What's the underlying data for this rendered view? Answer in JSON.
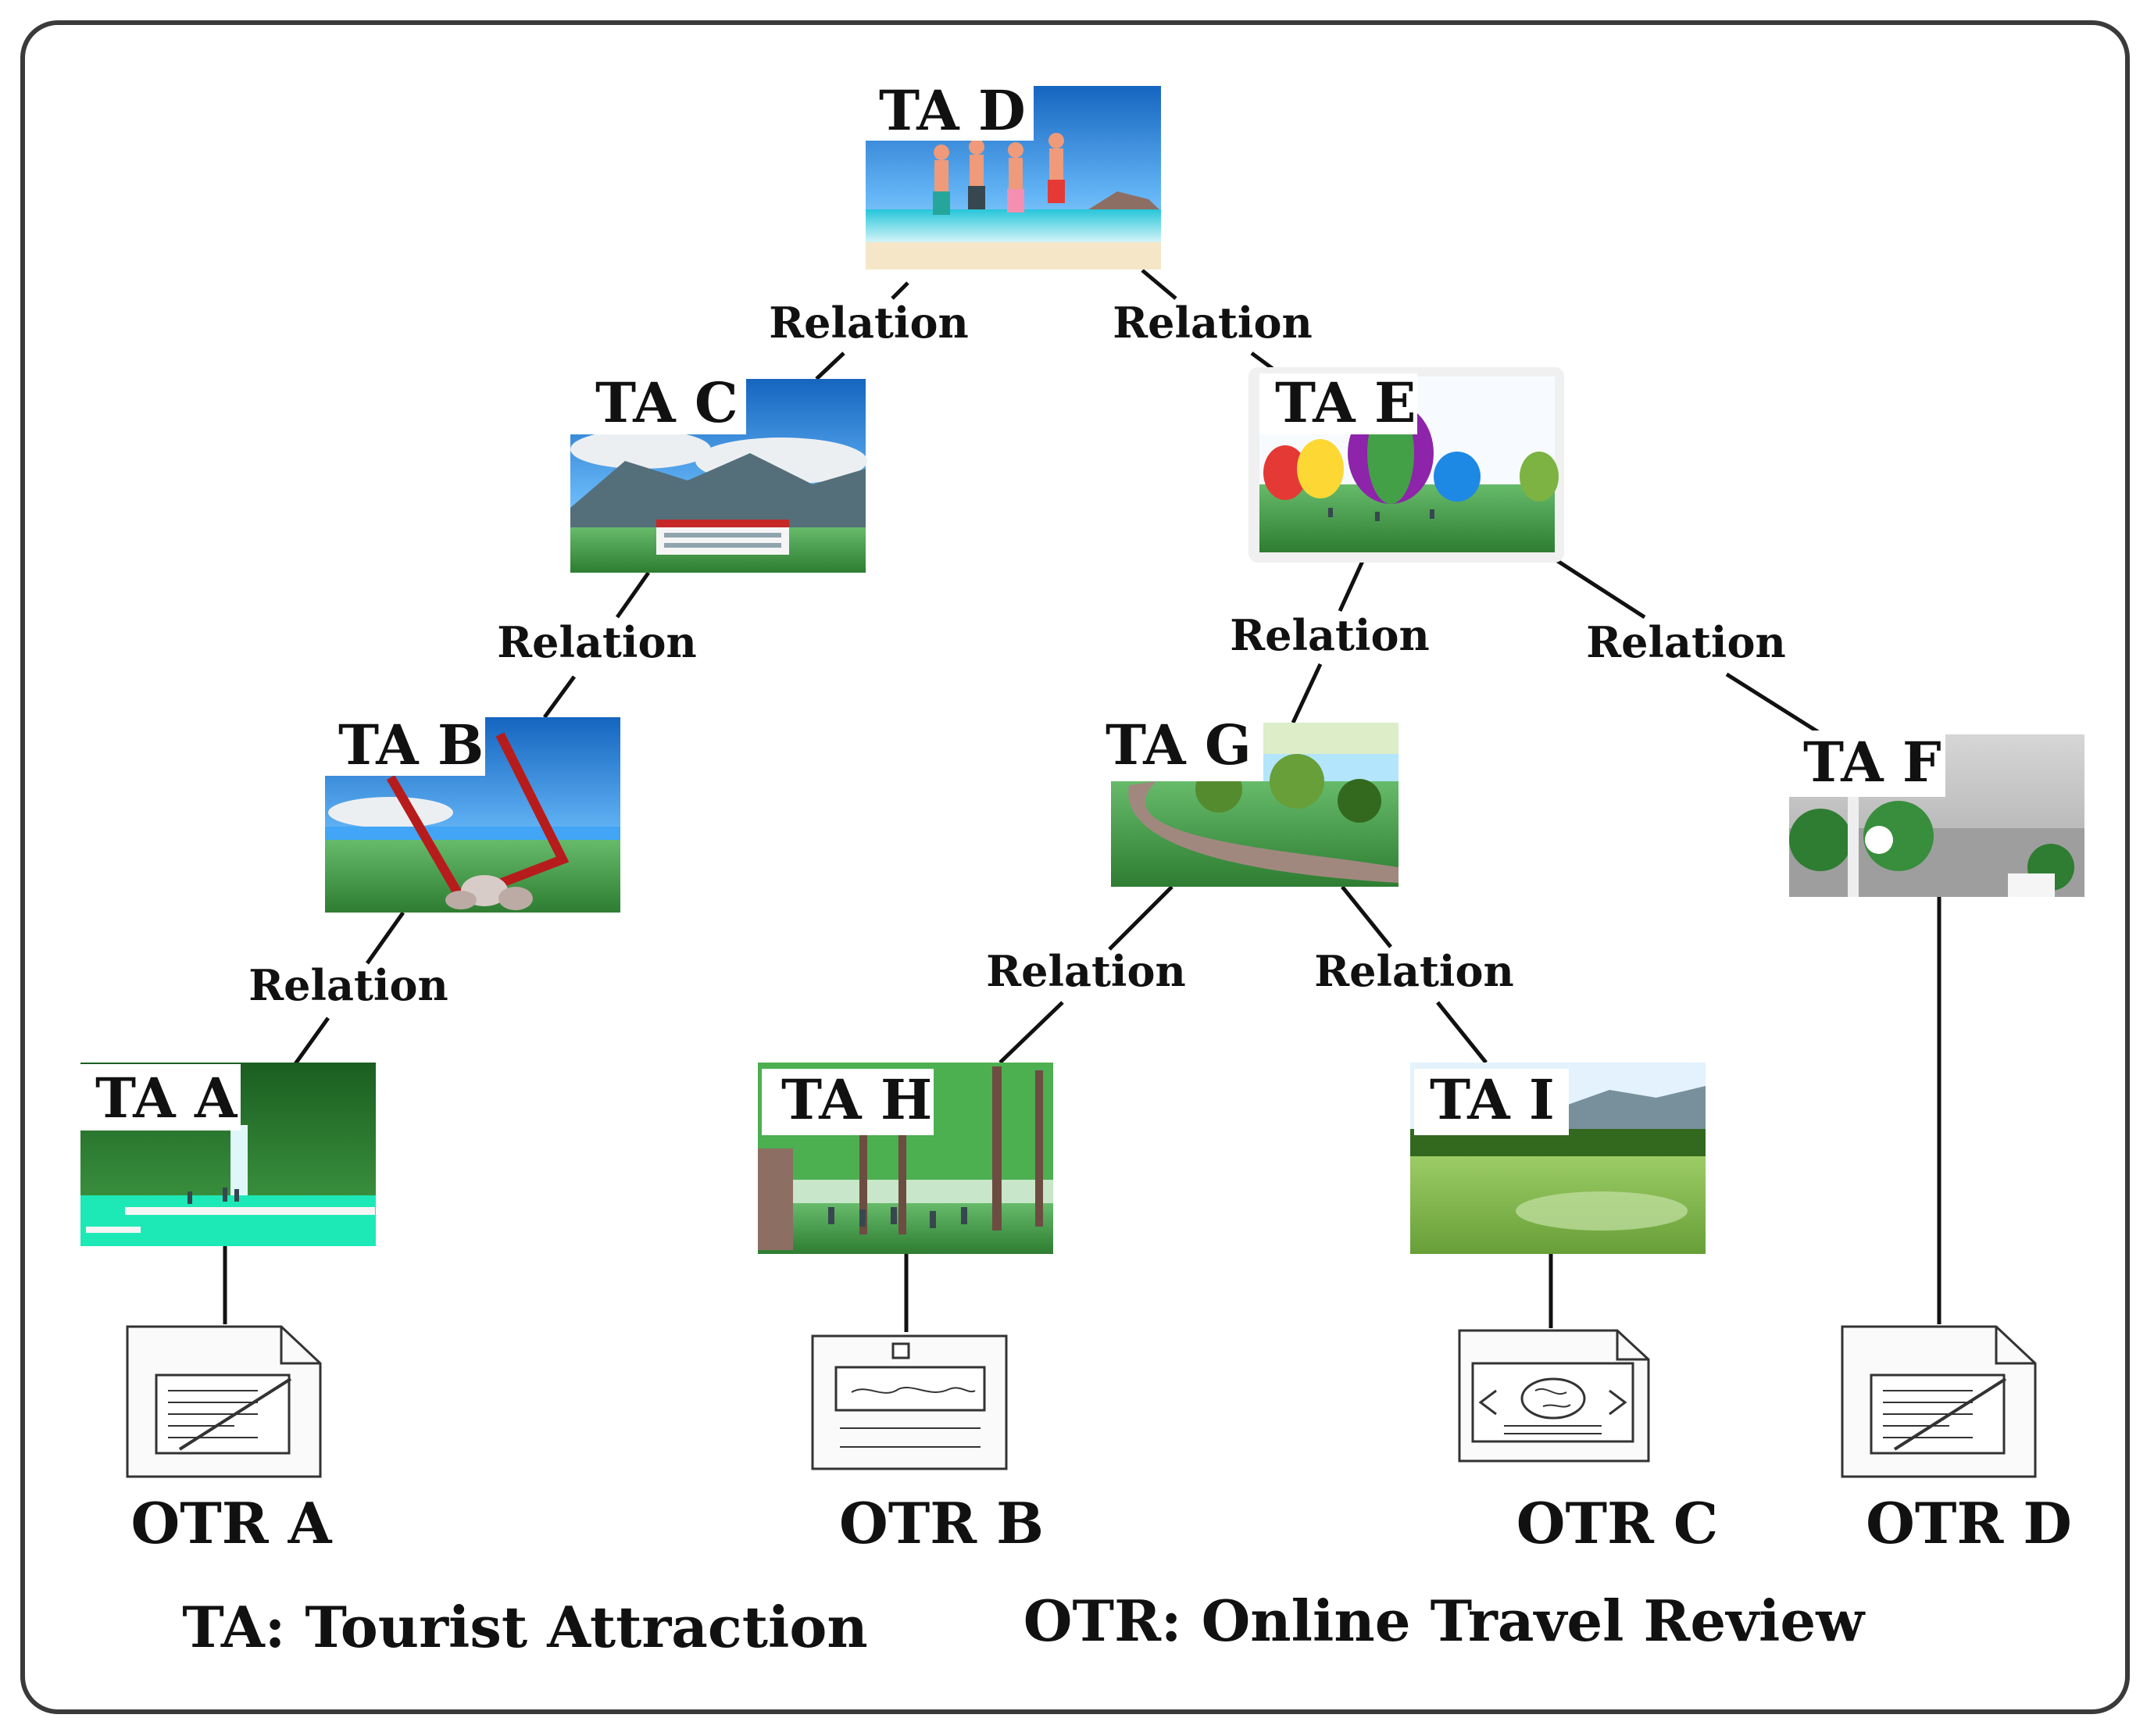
{
  "nodes": {
    "ta_d": {
      "label": "TA D"
    },
    "ta_c": {
      "label": "TA C"
    },
    "ta_e": {
      "label": "TA E"
    },
    "ta_b": {
      "label": "TA B"
    },
    "ta_g": {
      "label": "TA G"
    },
    "ta_f": {
      "label": "TA F"
    },
    "ta_a": {
      "label": "TA A"
    },
    "ta_h": {
      "label": "TA H"
    },
    "ta_i": {
      "label": "TA I"
    }
  },
  "edges": {
    "d_c": "Relation",
    "d_e": "Relation",
    "c_b": "Relation",
    "e_g": "Relation",
    "e_f": "Relation",
    "b_a": "Relation",
    "g_h": "Relation",
    "g_i": "Relation"
  },
  "documents": {
    "otr_a": {
      "label": "OTR A"
    },
    "otr_b": {
      "label": "OTR B"
    },
    "otr_c": {
      "label": "OTR C"
    },
    "otr_d": {
      "label": "OTR D"
    }
  },
  "legend": {
    "ta": "TA: Tourist Attraction",
    "otr": "OTR: Online Travel Review"
  },
  "colors": {
    "line": "#111111",
    "frame": "#3a3a3a",
    "sky": "#1e88d8",
    "grass": "#3fa63a"
  }
}
